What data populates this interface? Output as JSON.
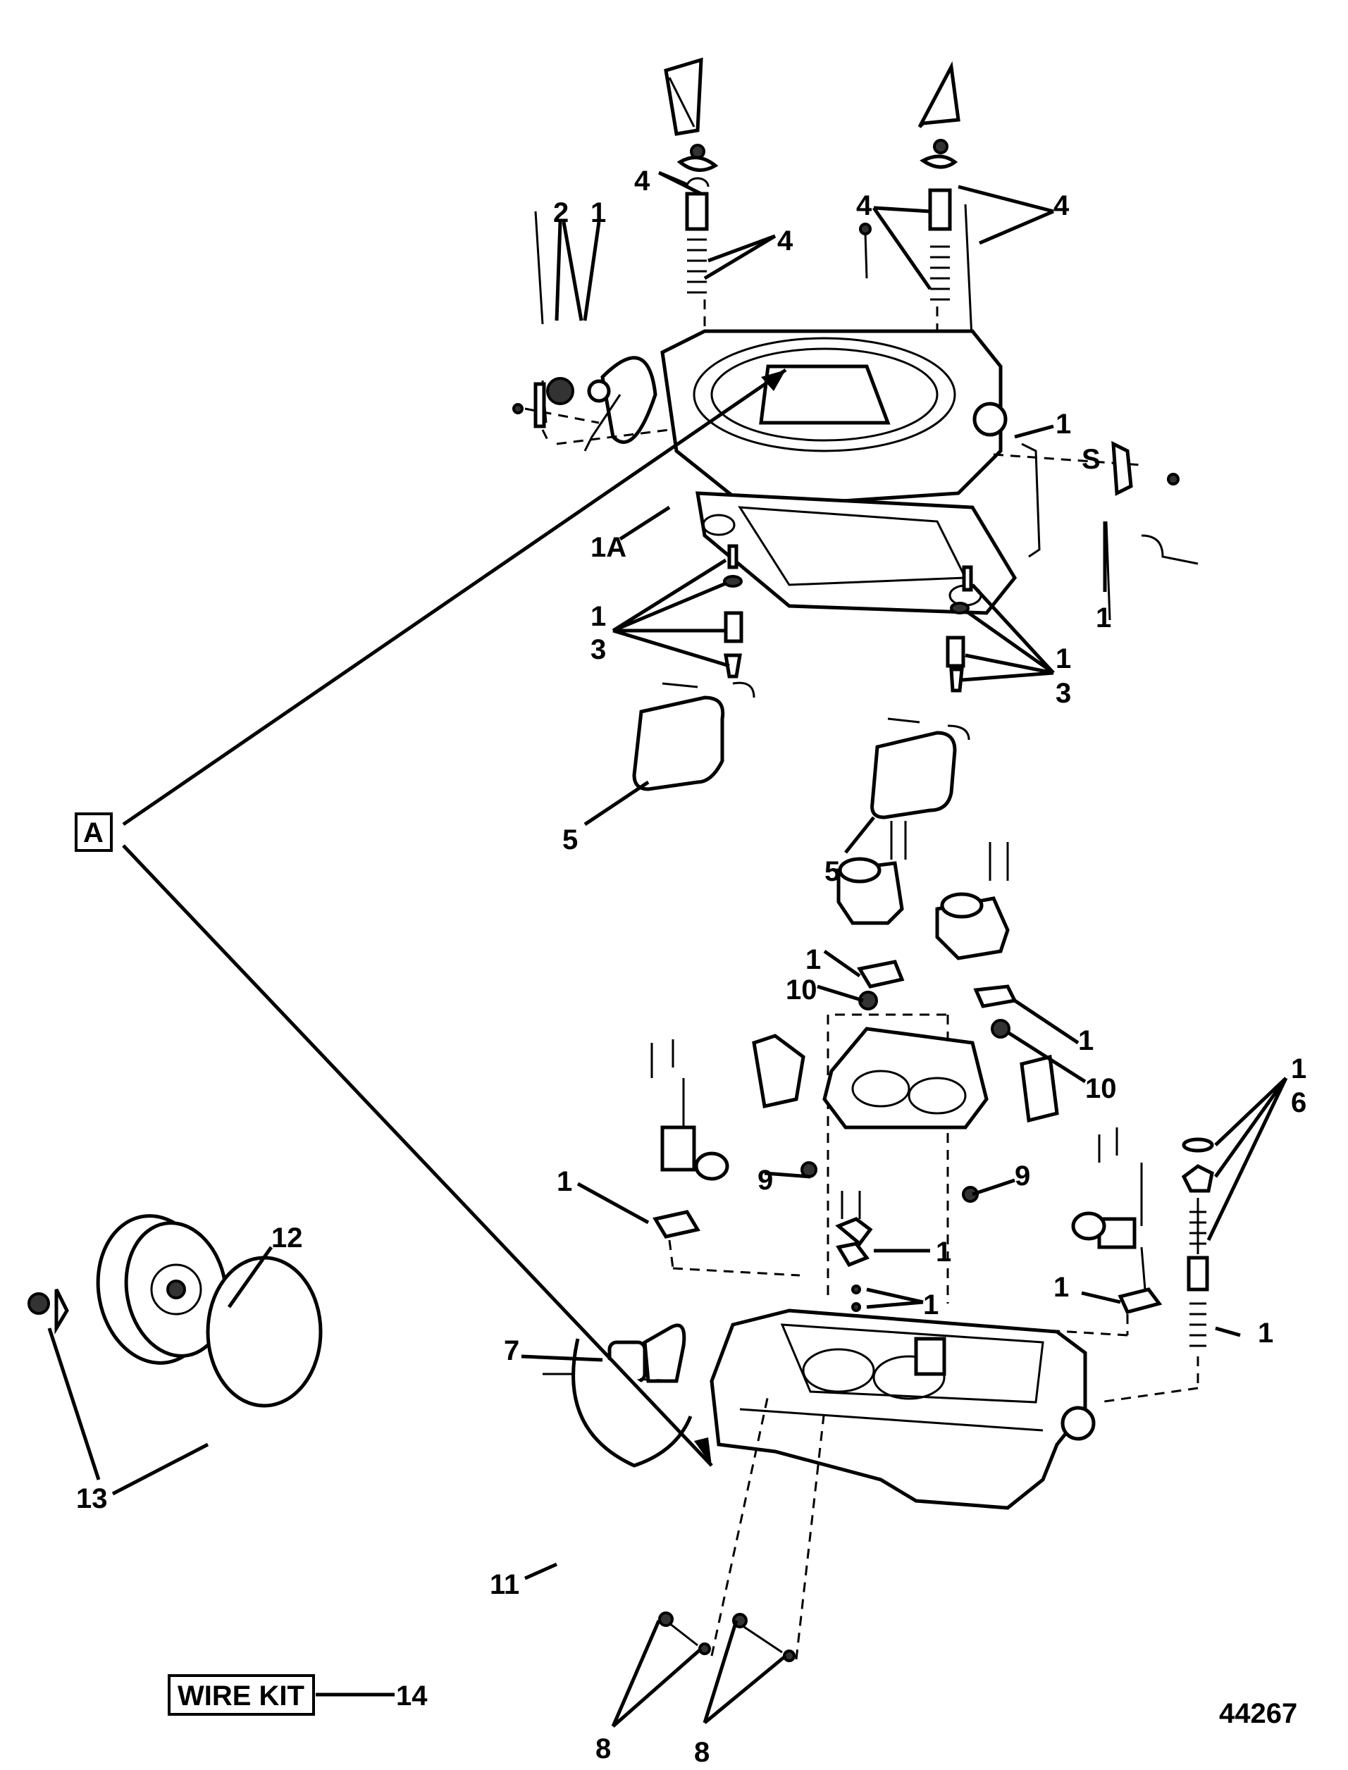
{
  "diagram": {
    "callouts": {
      "c_4a": "4",
      "c_2": "2",
      "c_1a": "1",
      "c_4b": "4",
      "c_4c": "4",
      "c_4d": "4",
      "c_1b": "1",
      "c_1A": "1A",
      "c_1c": "1",
      "c_13a_1": "1",
      "c_13a_3": "3",
      "c_13b_1": "1",
      "c_13b_3": "3",
      "c_5a": "5",
      "c_5b": "5",
      "c_1d": "1",
      "c_10a": "10",
      "c_1e": "1",
      "c_10b": "10",
      "c_16_1": "1",
      "c_16_6": "6",
      "c_9a": "9",
      "c_9b": "9",
      "c_1f": "1",
      "c_1g": "1",
      "c_1h": "1",
      "c_1i": "1",
      "c_1j": "1",
      "c_12": "12",
      "c_7": "7",
      "c_13": "13",
      "c_11": "11",
      "c_14": "14",
      "c_8a": "8",
      "c_8b": "8"
    },
    "detail_box": "A",
    "wire_kit": "WIRE KIT",
    "figure_number": "44267"
  }
}
